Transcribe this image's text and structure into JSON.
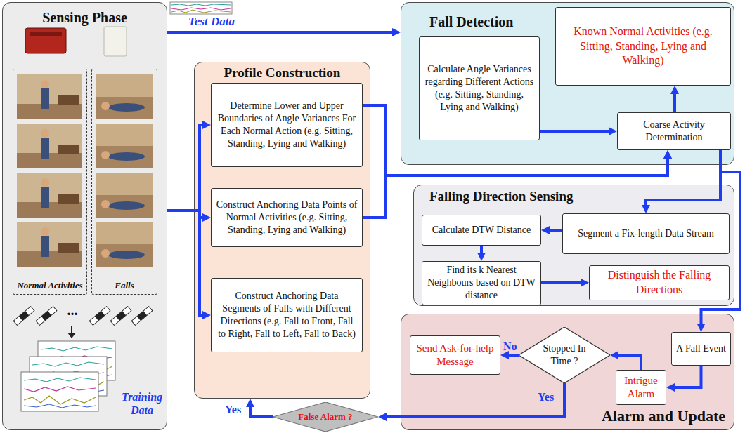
{
  "diagram": {
    "nodes": [
      {
        "text": [
          "Sensing Phase"
        ]
      },
      {
        "text": [
          "Normal Activities"
        ],
        "in": 0
      },
      {
        "text": [
          "Falls"
        ],
        "in": 0
      },
      {
        "text": [
          "Profile Construction"
        ]
      },
      {
        "text": [
          "Determine Lower and Upper Boundaries of Angle Variances For Each Normal Action (e.g. Sitting, Standing, Lying and Walking)"
        ],
        "in": 3
      },
      {
        "text": [
          "Construct Anchoring Data Points of Normal Activities (e.g. Sitting, Standing, Lying and Walking)"
        ],
        "in": 3
      },
      {
        "text": [
          "Construct Anchoring Data Segments of Falls with Different Directions (e.g. Fall to Front, Fall to Right, Fall to Left, Fall to Back)"
        ],
        "in": 3
      },
      {
        "text": [
          "Fall Detection"
        ]
      },
      {
        "text": [
          "Calculate Angle Variances regarding Different Actions (e.g. Sitting, Standing, Lying and Walking)"
        ],
        "in": 7
      },
      {
        "text": [
          "Known Normal Activities (e.g. Sitting, Standing, Lying and Walking)"
        ],
        "in": 7
      },
      {
        "text": [
          "Coarse Activity Determination"
        ],
        "in": 7
      },
      {
        "text": [
          "Falling Direction Sensing"
        ]
      },
      {
        "text": [
          "Calculate DTW Distance"
        ],
        "in": 11
      },
      {
        "text": [
          "Segment a Fix-length Data Stream"
        ],
        "in": 11
      },
      {
        "text": [
          "Find its k Nearest Neighbours based on DTW distance"
        ],
        "in": 11
      },
      {
        "text": [
          "Distinguish the Falling Directions"
        ],
        "in": 11
      },
      {
        "text": [
          "Alarm and Update"
        ]
      },
      {
        "text": [
          "Send Ask-for-help Message"
        ],
        "in": 16
      },
      {
        "text": [
          "Stopped In Time ?"
        ],
        "in": 16
      },
      {
        "text": [
          "A Fall Event"
        ],
        "in": 16
      },
      {
        "text": [
          "Intrigue Alarm"
        ],
        "in": 16
      },
      {
        "text": [
          "False Alarm ?"
        ]
      }
    ],
    "edges": [
      {
        "from": 0,
        "to": 7,
        "arrow": "to",
        "label": "Test Data"
      },
      {
        "from": 0,
        "to": 4,
        "arrow": "to"
      },
      {
        "from": 0,
        "to": 5,
        "arrow": "to"
      },
      {
        "from": 0,
        "to": 6,
        "arrow": "to"
      },
      {
        "from": 4,
        "to": 10,
        "arrow": "to"
      },
      {
        "from": 5,
        "to": 10,
        "arrow": "to"
      },
      {
        "from": 8,
        "to": 10,
        "arrow": "to"
      },
      {
        "from": 10,
        "to": 9,
        "arrow": "to"
      },
      {
        "from": 10,
        "to": 13,
        "arrow": "to"
      },
      {
        "from": 10,
        "to": 19,
        "arrow": "to"
      },
      {
        "from": 13,
        "to": 12,
        "arrow": "to"
      },
      {
        "from": 12,
        "to": 14,
        "arrow": "to"
      },
      {
        "from": 14,
        "to": 15,
        "arrow": "to"
      },
      {
        "from": 19,
        "to": 20,
        "arrow": "to"
      },
      {
        "from": 20,
        "to": 18,
        "arrow": "to"
      },
      {
        "from": 18,
        "to": 17,
        "arrow": "to",
        "label": "No"
      },
      {
        "from": 18,
        "to": 21,
        "arrow": "to",
        "label": "Yes"
      },
      {
        "from": 21,
        "to": 3,
        "arrow": "to",
        "label": "Yes"
      }
    ],
    "labels": [
      "...",
      "Training Data"
    ]
  }
}
